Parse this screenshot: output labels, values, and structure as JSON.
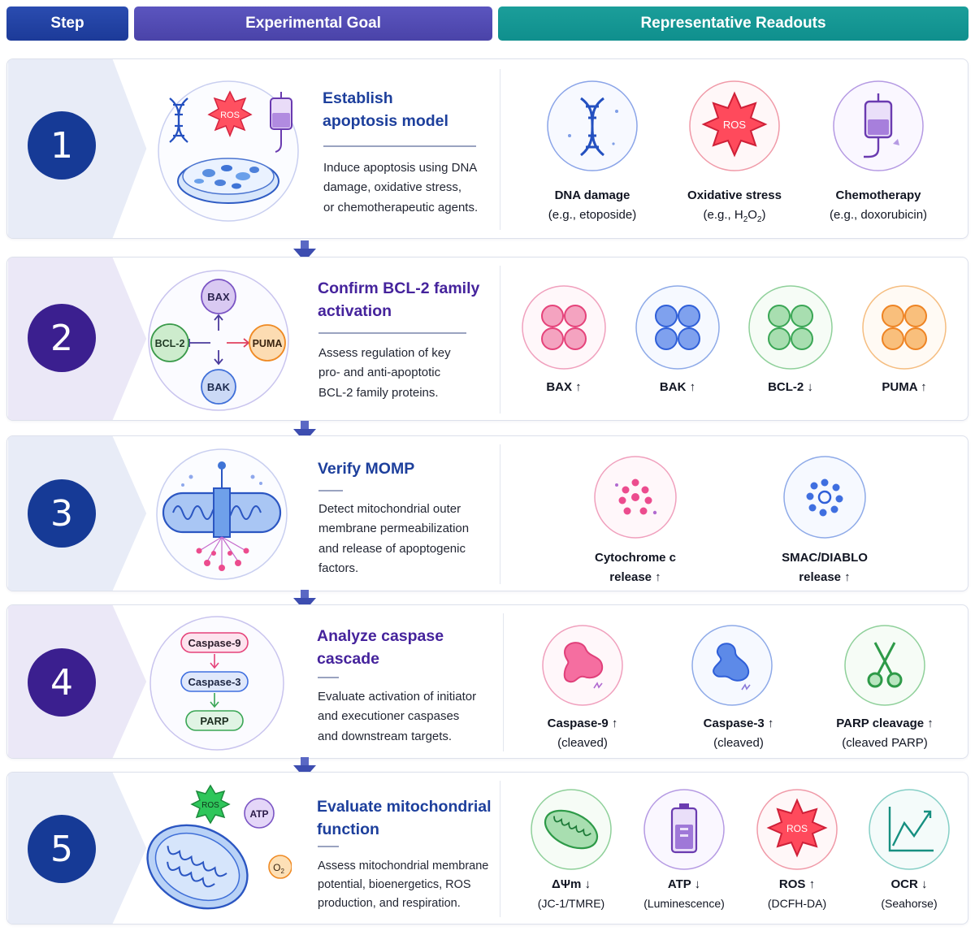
{
  "header": {
    "step": "Step",
    "goal": "Experimental Goal",
    "readouts": "Representative Readouts"
  },
  "colors": {
    "header_step": "#1c3a98",
    "header_goal": "#4a43a8",
    "header_readouts": "#0f8f8d",
    "step_blue": "#163a96",
    "step_purple": "#3b1f8f"
  },
  "steps": [
    {
      "number": "1",
      "title_l1": "Establish",
      "title_l2": "apoptosis model",
      "desc_l1": "Induce apoptosis using DNA",
      "desc_l2": "damage, oxidative stress,",
      "desc_l3": "or chemotherapeutic agents.",
      "ros_label": "ROS",
      "readouts": [
        {
          "icon": "dna-icon",
          "l1": "DNA damage",
          "l2": "(e.g., etoposide)"
        },
        {
          "icon": "ros-burst-icon",
          "badge": "ROS",
          "l1": "Oxidative stress",
          "l2_pre": "(e.g., H",
          "l2_sub1": "2",
          "l2_mid": "O",
          "l2_sub2": "2",
          "l2_post": ")"
        },
        {
          "icon": "iv-bag-icon",
          "l1": "Chemotherapy",
          "l2": "(e.g., doxorubicin)"
        }
      ]
    },
    {
      "number": "2",
      "title_l1": "Confirm BCL-2 family",
      "title_l2": "activation",
      "desc_l1": "Assess regulation of key",
      "desc_l2": "pro- and anti-apoptotic",
      "desc_l3": "BCL-2 family proteins.",
      "nodes": {
        "bax": "BAX",
        "bcl2": "BCL-2",
        "puma": "PUMA",
        "bak": "BAK"
      },
      "readouts": [
        {
          "icon": "protein-cluster-icon",
          "color": "#e5437a",
          "l1": "BAX ↑"
        },
        {
          "icon": "protein-cluster-icon",
          "color": "#3f6fe0",
          "l1": "BAK ↑"
        },
        {
          "icon": "protein-cluster-icon",
          "color": "#3aa655",
          "l1": "BCL-2 ↓"
        },
        {
          "icon": "protein-cluster-icon",
          "color": "#f08a2a",
          "l1": "PUMA ↑"
        }
      ]
    },
    {
      "number": "3",
      "title_l1": "Verify MOMP",
      "desc_l1": "Detect mitochondrial outer",
      "desc_l2": "membrane permeabilization",
      "desc_l3": "and release of apoptogenic",
      "desc_l4": "factors.",
      "readouts": [
        {
          "icon": "cytochrome-c-icon",
          "l1": "Cytochrome c",
          "l2": "release ↑"
        },
        {
          "icon": "smac-diablo-icon",
          "l1": "SMAC/DIABLO",
          "l2": "release ↑"
        }
      ]
    },
    {
      "number": "4",
      "title_l1": "Analyze caspase",
      "title_l2": "cascade",
      "desc_l1": "Evaluate activation of initiator",
      "desc_l2": "and executioner caspases",
      "desc_l3": "and downstream targets.",
      "cascade": {
        "c9": "Caspase-9",
        "c3": "Caspase-3",
        "parp": "PARP"
      },
      "readouts": [
        {
          "icon": "caspase-9-blob-icon",
          "l1": "Caspase-9 ↑",
          "l2": "(cleaved)"
        },
        {
          "icon": "caspase-3-blob-icon",
          "l1": "Caspase-3 ↑",
          "l2": "(cleaved)"
        },
        {
          "icon": "scissors-icon",
          "l1": "PARP cleavage ↑",
          "l2": "(cleaved PARP)"
        }
      ]
    },
    {
      "number": "5",
      "title_l1": "Evaluate mitochondrial",
      "title_l2": "function",
      "desc_l1": "Assess mitochondrial membrane",
      "desc_l2": "potential, bioenergetics, ROS",
      "desc_l3": "production, and respiration.",
      "badges": {
        "ros": "ROS",
        "atp": "ATP",
        "o2_main": "O",
        "o2_sub": "2"
      },
      "readouts": [
        {
          "icon": "mitochondrion-icon",
          "l1": "ΔΨm ↓",
          "l2": "(JC-1/TMRE)"
        },
        {
          "icon": "battery-icon",
          "l1": "ATP ↓",
          "l2": "(Luminescence)"
        },
        {
          "icon": "ros-burst-icon",
          "badge": "ROS",
          "l1": "ROS ↑",
          "l2": "(DCFH-DA)"
        },
        {
          "icon": "line-chart-icon",
          "l1": "OCR ↓",
          "l2": "(Seahorse)"
        }
      ]
    }
  ]
}
